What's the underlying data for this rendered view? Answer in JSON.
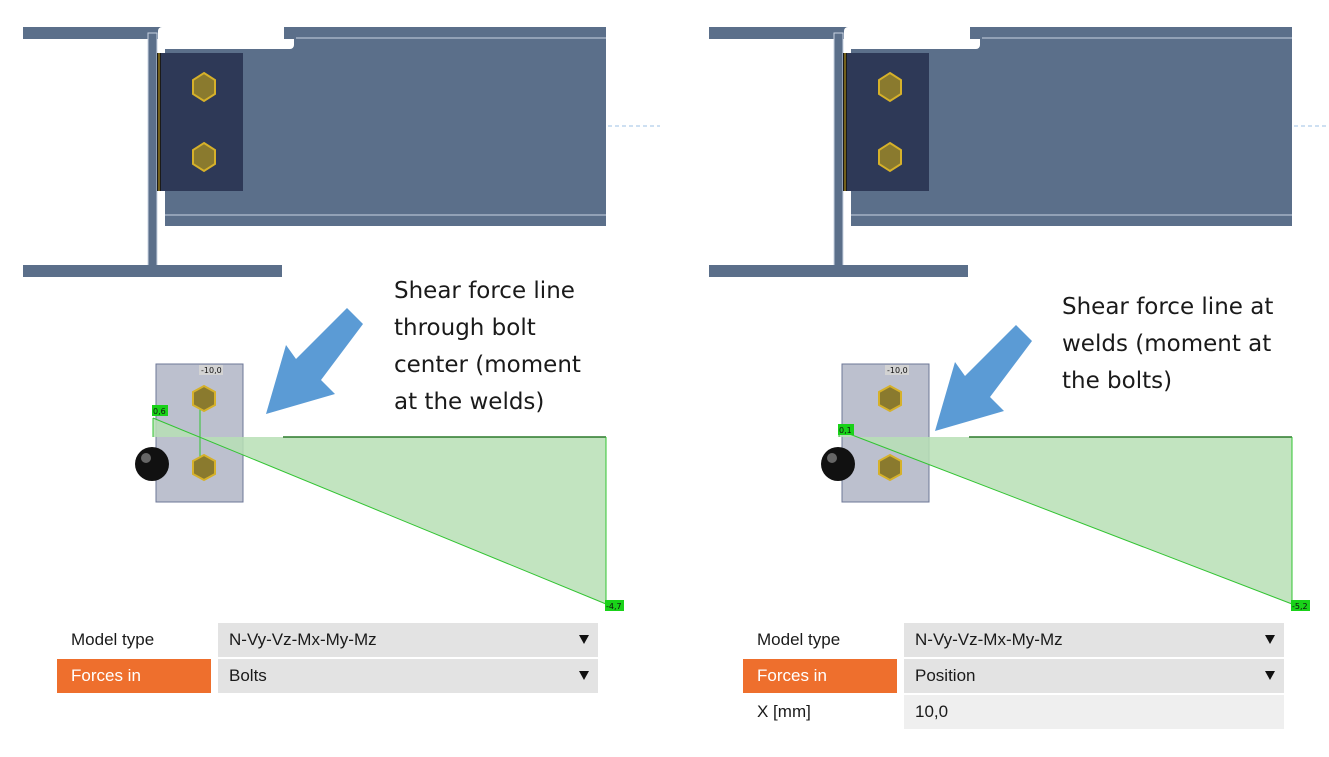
{
  "colors": {
    "beam": "#5b6f8a",
    "plate": "#2e3957",
    "bolt": "#8a7a2e",
    "bolt_ring": "#d6b12a",
    "weld": "#1a1a1a",
    "diagram_fill": "#b7dfb5",
    "diagram_line": "#32c432",
    "value_tag": "#19d219",
    "arrow": "#5b9bd5",
    "highlight": "#ee6f2d"
  },
  "panels": [
    {
      "id": "bolts-case",
      "annotation": "Shear force line\nthrough bolt\ncenter (moment\nat the welds)",
      "diagram_labels": {
        "top": "-10,0",
        "start": "0,6",
        "end": "-4,7"
      },
      "properties": {
        "model_type_label": "Model type",
        "model_type_value": "N-Vy-Vz-Mx-My-Mz",
        "forces_in_label": "Forces in",
        "forces_in_value": "Bolts"
      }
    },
    {
      "id": "position-case",
      "annotation": "Shear force line at\nwelds (moment at\nthe bolts)",
      "diagram_labels": {
        "top": "-10,0",
        "start": "0,1",
        "end": "-5,2"
      },
      "properties": {
        "model_type_label": "Model type",
        "model_type_value": "N-Vy-Vz-Mx-My-Mz",
        "forces_in_label": "Forces in",
        "forces_in_value": "Position",
        "x_label": "X [mm]",
        "x_value": "10,0"
      }
    }
  ]
}
